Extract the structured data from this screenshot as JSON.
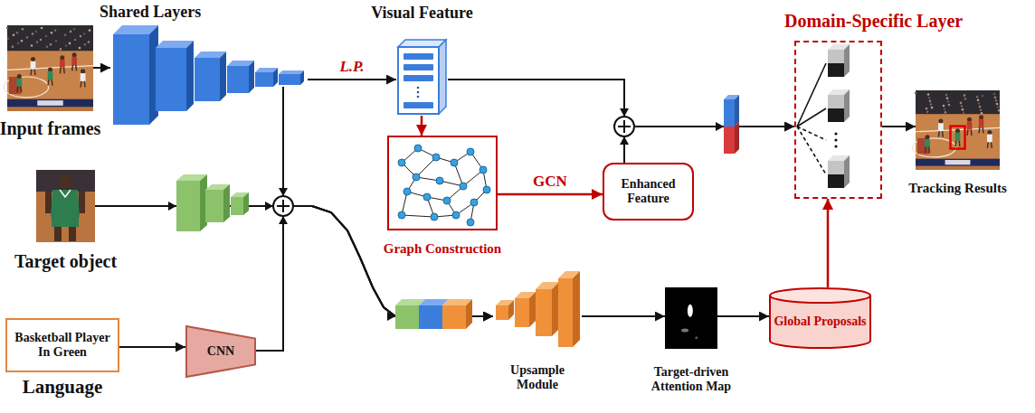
{
  "diagram": {
    "nodes": [
      {
        "text": [
          "Input frames"
        ]
      },
      {
        "text": [
          "Shared Layers"
        ]
      },
      {
        "text": [
          "Visual Feature"
        ]
      },
      {
        "text": [
          "Domain-Specific Layer"
        ]
      },
      {
        "text": [
          "Tracking Results"
        ]
      },
      {
        "text": [
          "Graph Construction"
        ]
      },
      {
        "text": [
          "Enhanced Feature"
        ]
      },
      {
        "text": [
          "Target object"
        ]
      },
      {
        "text": [
          "Basketball Player In Green",
          "Language"
        ]
      },
      {
        "text": [
          "CNN"
        ]
      },
      {
        "text": [
          "Upsample Module"
        ]
      },
      {
        "text": [
          "Target-driven Attention Map"
        ]
      },
      {
        "text": [
          "Global Proposals"
        ]
      }
    ],
    "edges": [
      {
        "from": 0,
        "to": 1,
        "arrow": "to"
      },
      {
        "from": 1,
        "to": 2,
        "label": "L.P.",
        "arrow": "to"
      },
      {
        "from": 2,
        "to": 5,
        "arrow": "to"
      },
      {
        "from": 5,
        "to": 6,
        "label": "GCN",
        "arrow": "to"
      },
      {
        "from": 2,
        "to": 3,
        "arrow": "to"
      },
      {
        "from": 6,
        "to": 3,
        "arrow": "to"
      },
      {
        "from": 3,
        "to": 4,
        "arrow": "to"
      },
      {
        "from": 7,
        "to": 10,
        "arrow": "to"
      },
      {
        "from": 1,
        "to": 10,
        "arrow": "to"
      },
      {
        "from": 8,
        "to": 9,
        "arrow": "to"
      },
      {
        "from": 9,
        "to": 10,
        "arrow": "to"
      },
      {
        "from": 10,
        "to": 11,
        "arrow": "to"
      },
      {
        "from": 11,
        "to": 12,
        "arrow": "to"
      },
      {
        "from": 12,
        "to": 3,
        "arrow": "to"
      }
    ]
  }
}
